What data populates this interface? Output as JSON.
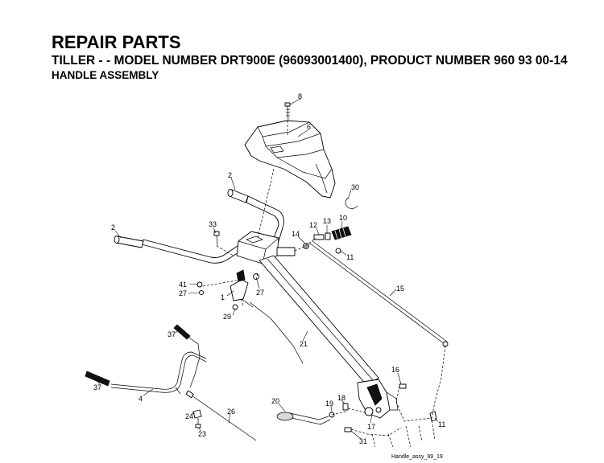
{
  "header": {
    "title": "REPAIR PARTS",
    "subtitle": "TILLER - - MODEL NUMBER DRT900E (96093001400), PRODUCT NUMBER 960 93 00-14",
    "section": "HANDLE ASSEMBLY"
  },
  "callouts": [
    "8",
    "6",
    "2",
    "30",
    "33",
    "2",
    "12",
    "13",
    "10",
    "14",
    "11",
    "41",
    "27",
    "1",
    "27",
    "15",
    "29",
    "37",
    "21",
    "16",
    "37",
    "4",
    "20",
    "19",
    "18",
    "26",
    "17",
    "11",
    "24",
    "23",
    "31"
  ],
  "drawing_code": "Handle_assy_99_19"
}
